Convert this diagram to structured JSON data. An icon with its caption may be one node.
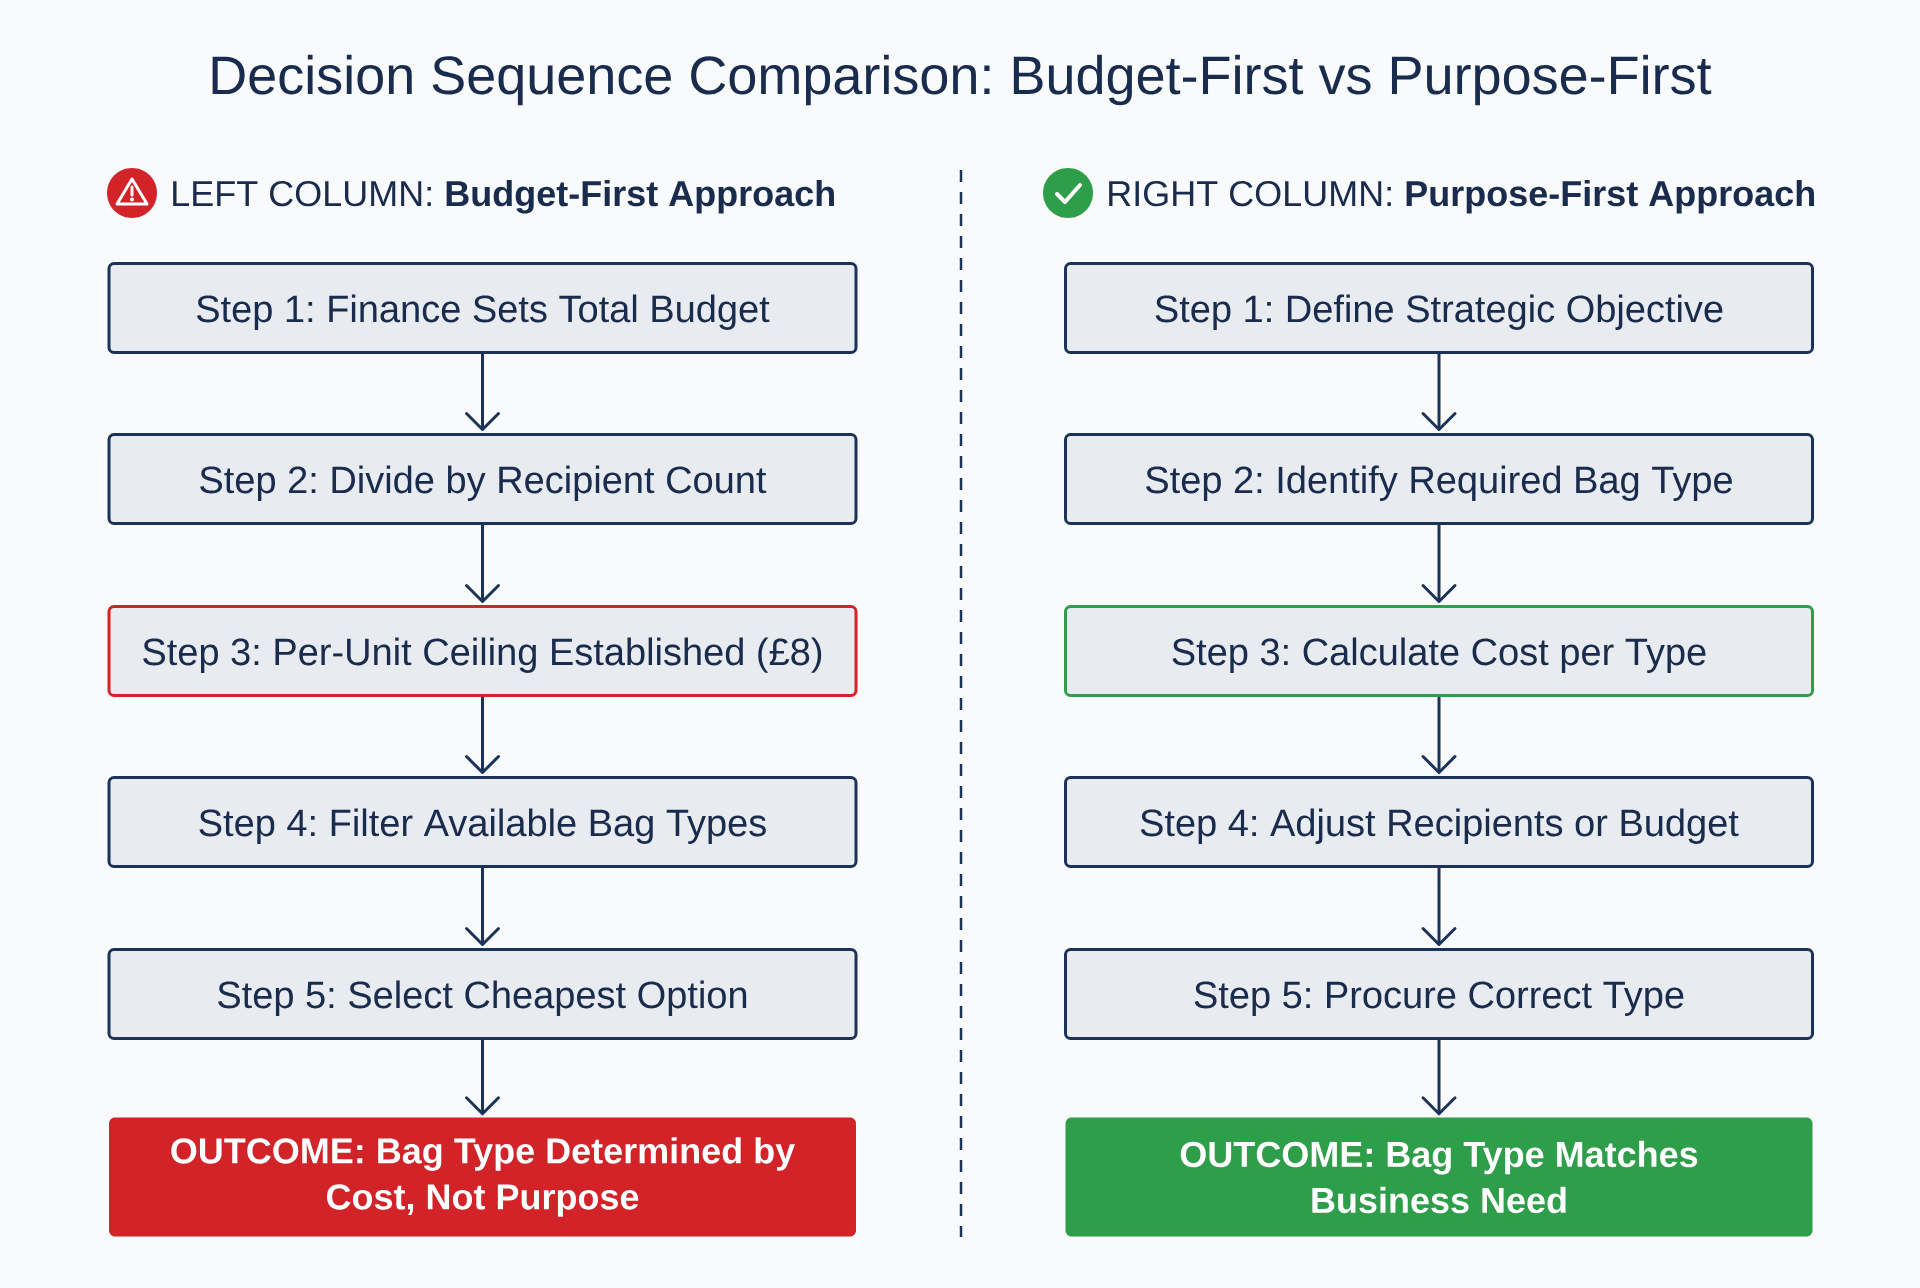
{
  "diagram": {
    "title": "Decision Sequence Comparison: Budget-First vs Purpose-First",
    "nodes": [
      {
        "text": [
          "Step 1: Finance Sets Total Budget"
        ]
      },
      {
        "text": [
          "Step 2: Divide by Recipient Count"
        ]
      },
      {
        "text": [
          "Step 3: Per-Unit Ceiling Established (£8)"
        ]
      },
      {
        "text": [
          "Step 4: Filter Available Bag Types"
        ]
      },
      {
        "text": [
          "Step 5: Select Cheapest Option"
        ]
      },
      {
        "text": [
          "OUTCOME: Bag Type Determined by Cost, Not Purpose"
        ]
      },
      {
        "text": [
          "Step 1: Define Strategic Objective"
        ]
      },
      {
        "text": [
          "Step 2: Identify Required Bag Type"
        ]
      },
      {
        "text": [
          "Step 3: Calculate Cost per Type"
        ]
      },
      {
        "text": [
          "Step 4: Adjust Recipients or Budget"
        ]
      },
      {
        "text": [
          "Step 5: Procure Correct Type"
        ]
      },
      {
        "text": [
          "OUTCOME: Bag Type Matches Business Need"
        ]
      }
    ],
    "edges": [
      {
        "from": 0,
        "to": 1,
        "arrow": "to"
      },
      {
        "from": 1,
        "to": 2,
        "arrow": "to"
      },
      {
        "from": 2,
        "to": 3,
        "arrow": "to"
      },
      {
        "from": 3,
        "to": 4,
        "arrow": "to"
      },
      {
        "from": 4,
        "to": 5,
        "arrow": "to"
      },
      {
        "from": 6,
        "to": 7,
        "arrow": "to"
      },
      {
        "from": 7,
        "to": 8,
        "arrow": "to"
      },
      {
        "from": 8,
        "to": 9,
        "arrow": "to"
      },
      {
        "from": 9,
        "to": 10,
        "arrow": "to"
      },
      {
        "from": 10,
        "to": 11,
        "arrow": "to"
      }
    ],
    "labels": [
      "LEFT COLUMN: **Budget-First Approach**",
      "RIGHT COLUMN: **Purpose-First Approach**"
    ]
  }
}
